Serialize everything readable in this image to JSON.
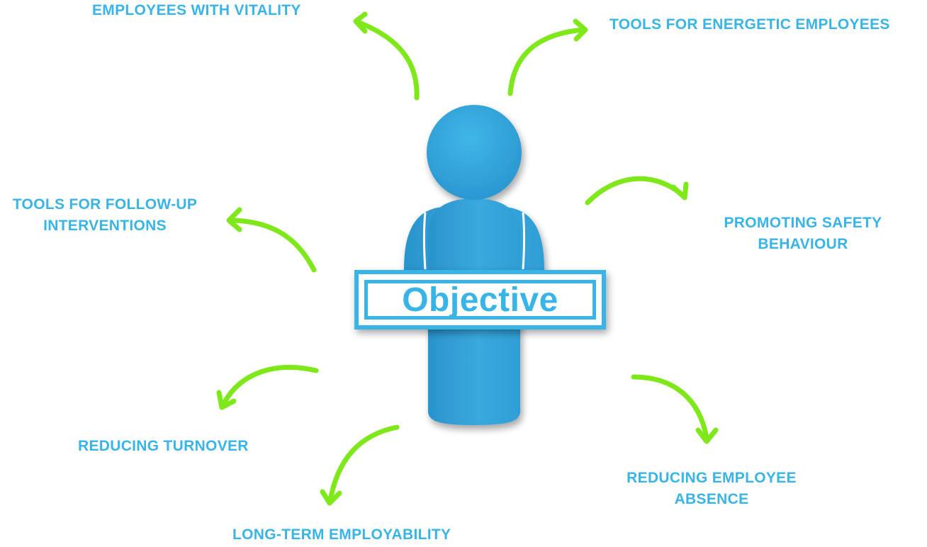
{
  "center": {
    "label": "Objective"
  },
  "outcomes": {
    "employees_with_vitality": "EMPLOYEES WITH VITALITY",
    "tools_for_energetic_employees": "TOOLS FOR ENERGETIC EMPLOYEES",
    "tools_for_followup_line1": "TOOLS FOR FOLLOW-UP",
    "tools_for_followup_line2": "INTERVENTIONS",
    "promoting_safety_line1": "PROMOTING SAFETY",
    "promoting_safety_line2": "BEHAVIOUR",
    "reducing_turnover": "REDUCING TURNOVER",
    "reducing_absence_line1": "REDUCING EMPLOYEE",
    "reducing_absence_line2": "ABSENCE",
    "long_term_employability": "LONG-TERM EMPLOYABILITY"
  },
  "colors": {
    "label_blue": "#39b4e6",
    "figure_blue": "#2e9fd6",
    "arrow_green": "#7ee81b"
  },
  "icons": {
    "figure": "person-figure-icon",
    "arrows": "curved-arrow-icon"
  }
}
